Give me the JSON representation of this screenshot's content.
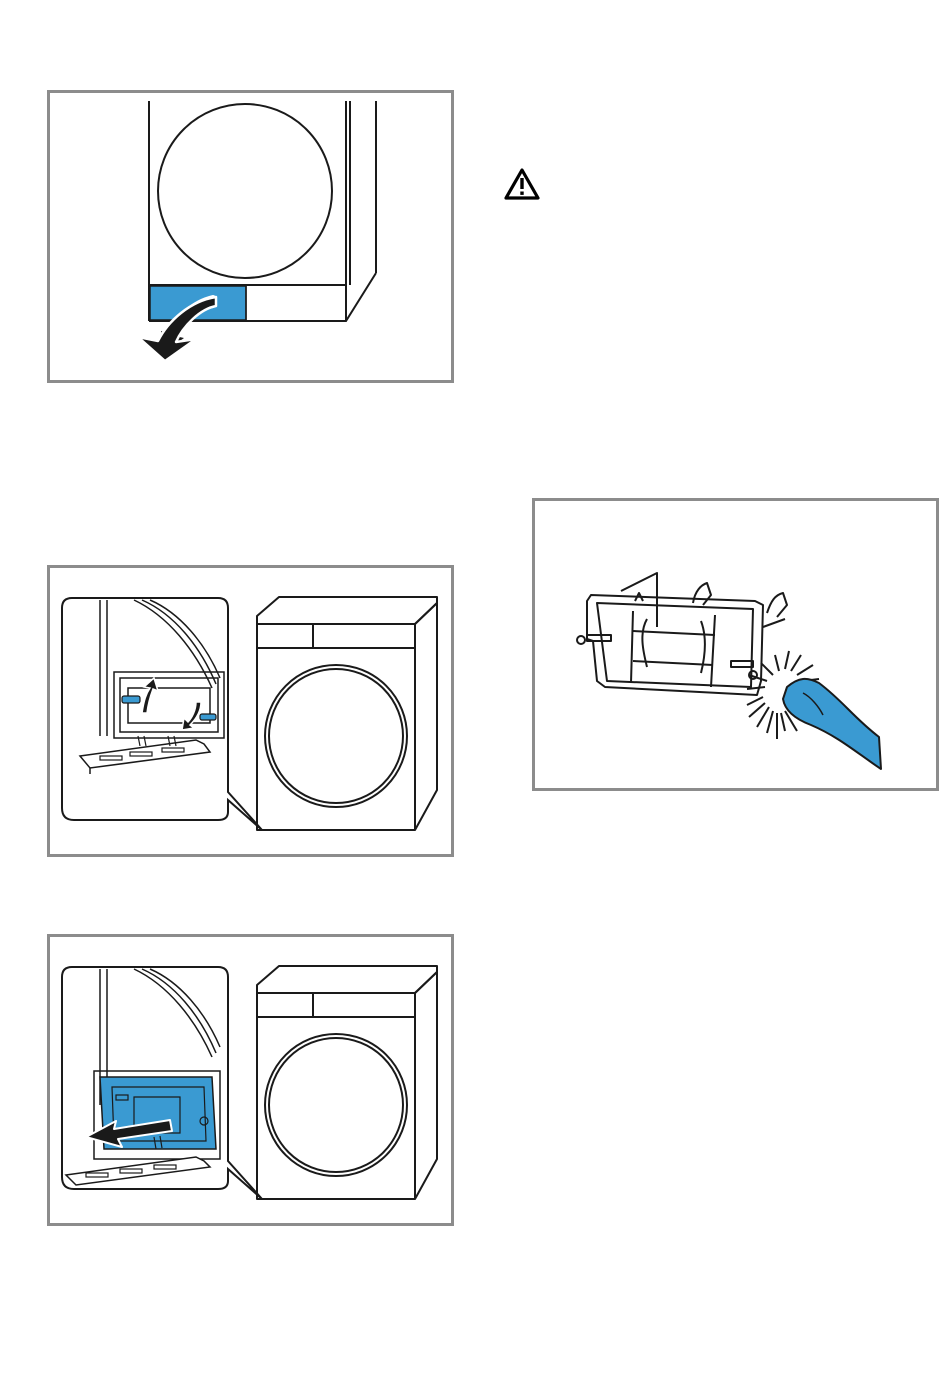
{
  "figures": [
    {
      "id": "open-service-flap",
      "icon": "dryer-service-flap-open-arrow-icon",
      "accent": "#3a9ad2"
    },
    {
      "id": "release-latches",
      "icon": "dryer-latch-release-icon",
      "accent": "#3a9ad2"
    },
    {
      "id": "pull-out-heat-exchanger",
      "icon": "heat-exchanger-pull-out-icon",
      "accent": "#3a9ad2"
    },
    {
      "id": "clean-with-brush",
      "icon": "brush-clean-heat-exchanger-icon",
      "accent": "#3a9ad2"
    }
  ],
  "warning": {
    "icon": "warning-triangle-icon",
    "color": "#000000"
  },
  "colors": {
    "accent": "#3a9ad2",
    "frame": "#8c8c8c",
    "line": "#1a1a1a"
  }
}
